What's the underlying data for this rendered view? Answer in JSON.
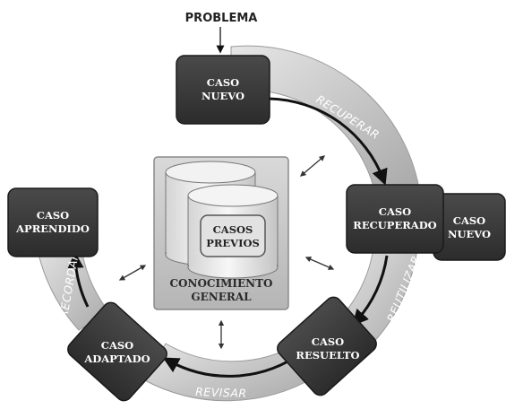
{
  "problem_label": "PROBLEMA",
  "nodes": {
    "caso_nuevo": [
      "CASO",
      "NUEVO"
    ],
    "caso_recuperado": [
      "CASO",
      "RECUPERADO"
    ],
    "caso_nuevo_side": [
      "CASO",
      "NUEVO"
    ],
    "caso_resuelto": [
      "CASO",
      "RESUELTO"
    ],
    "caso_adaptado": [
      "CASO",
      "ADAPTADO"
    ],
    "caso_aprendido": [
      "CASO",
      "APRENDIDO"
    ]
  },
  "cycle_steps": {
    "recuperar": "RECUPERAR",
    "reutilizar": "REUTILIZAR",
    "revisar": "REVISAR",
    "recordar": "RECORDAR"
  },
  "center": {
    "db_label": [
      "CASOS",
      "PREVIOS"
    ],
    "knowledge_label": [
      "CONOCIMIENTO",
      "GENERAL"
    ]
  },
  "colors": {
    "box": "#3d3d3d",
    "ring_light": "#dcdcdc",
    "ring_dark": "#a8a8a8",
    "panel": "#c9c9c9"
  }
}
